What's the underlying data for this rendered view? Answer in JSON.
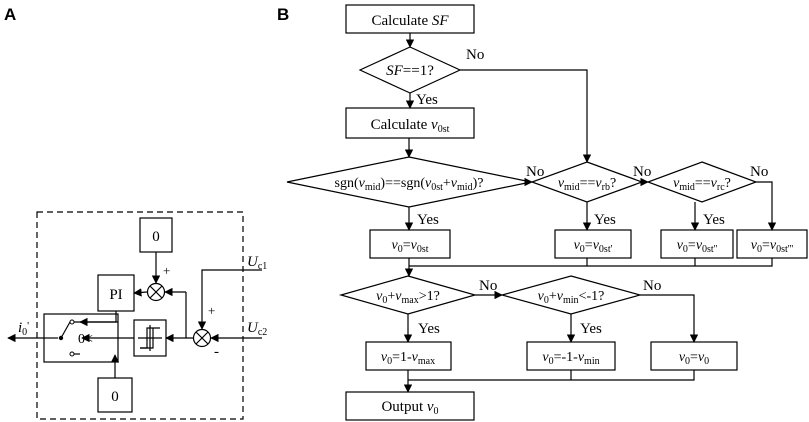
{
  "panels": {
    "a": "A",
    "b": "B"
  },
  "panel_a": {
    "zero_top": "0",
    "zero_bottom": "0",
    "pi_label": "PI",
    "switch_label": "0<",
    "plus_upper": "+",
    "plus_lower": "+",
    "minus_lower": "-",
    "input_uc1": {
      "main": "U",
      "sub": "c1"
    },
    "input_uc2": {
      "main": "U",
      "sub": "c2"
    },
    "output_i0": {
      "main": "i",
      "sub": "0",
      "prime": "'"
    }
  },
  "panel_b": {
    "n1": {
      "pre": "Calculate ",
      "var": "SF"
    },
    "d1": {
      "var": "SF",
      "post": "==1?"
    },
    "n2": {
      "pre": "Calculate ",
      "var": "v",
      "sub": "0st"
    },
    "d2": {
      "p1": "sgn(",
      "v1": "v",
      "s1": "mid",
      "p2": ")==sgn(",
      "v2": "v",
      "s2": "0st",
      "p3": "+",
      "v3": "v",
      "s3": "mid",
      "p4": ")?"
    },
    "d3": {
      "v1": "v",
      "s1": "mid",
      "op": "==",
      "v2": "v",
      "s2": "rb",
      "end": "?"
    },
    "d4": {
      "v1": "v",
      "s1": "mid",
      "op": "==",
      "v2": "v",
      "s2": "rc",
      "end": "?"
    },
    "a1": {
      "v1": "v",
      "s1": "0",
      "op": "=",
      "v2": "v",
      "s2": "0st"
    },
    "a2": {
      "v1": "v",
      "s1": "0",
      "op": "=",
      "v2": "v",
      "s2": "0st'"
    },
    "a3": {
      "v1": "v",
      "s1": "0",
      "op": "=",
      "v2": "v",
      "s2": "0st''"
    },
    "a4": {
      "v1": "v",
      "s1": "0",
      "op": "=",
      "v2": "v",
      "s2": "0st'''"
    },
    "d5": {
      "v1": "v",
      "s1": "0",
      "op": "+",
      "v2": "v",
      "s2": "max",
      "end": ">1?"
    },
    "d6": {
      "v1": "v",
      "s1": "0",
      "op": "+",
      "v2": "v",
      "s2": "min",
      "end": "<-1?"
    },
    "a5": {
      "v1": "v",
      "s1": "0",
      "op": "=1-",
      "v2": "v",
      "s2": "max"
    },
    "a6": {
      "v1": "v",
      "s1": "0",
      "op": "=-1-",
      "v2": "v",
      "s2": "min"
    },
    "a7": {
      "v1": "v",
      "s1": "0",
      "op": "=",
      "v2": "v",
      "s2": "0"
    },
    "n3": {
      "pre": "Output ",
      "var": "v",
      "sub": "0"
    },
    "yes": "Yes",
    "no": "No"
  }
}
